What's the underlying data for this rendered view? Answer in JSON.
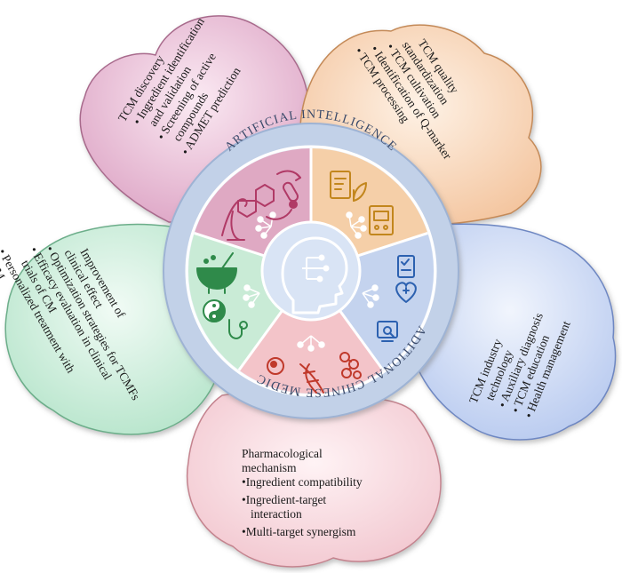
{
  "ring": {
    "top_label": "ARTIFICIAL INTELLIGENCE",
    "bottom_label": "TRADITIONAL CHINESE MEDICINE"
  },
  "petals": {
    "discovery": {
      "color": "#e2a6c8",
      "lines": [
        "TCM discovery",
        "• Ingredient identification",
        "and validation",
        "• Screening of active",
        "compounds",
        "• ADMET prediction"
      ]
    },
    "quality": {
      "color": "#f6c9a3",
      "lines": [
        "TCM quality",
        "standardization",
        "• TCM cultivation",
        "• Identification of Q-marker",
        "• TCM processing"
      ]
    },
    "industry": {
      "color": "#b9cbef",
      "lines": [
        "TCM industry",
        "technology",
        "• Auxiliary diagnosis",
        "• TCM education",
        "• Health management"
      ]
    },
    "mechanism": {
      "color": "#f4cbd2",
      "lines": [
        "Pharmacological",
        "mechanism",
        "•Ingredient compatibility",
        "•Ingredient-target",
        "interaction",
        "•Multi-target synergism"
      ]
    },
    "clinical": {
      "color": "#bfe8d2",
      "lines": [
        "Improvement of",
        "clinical effect",
        "• Optimization strategies for TCMFs",
        "• Efficacy evaluation in clinical",
        "trials of CM",
        "• Personalized treatment with",
        "CM"
      ]
    }
  },
  "sector_colors": {
    "pink": "#dfa9c3",
    "orange": "#f5cfa8",
    "blue": "#c4d3ee",
    "rose": "#f3c4c9",
    "green": "#c9ebd6"
  },
  "icons": {
    "pink": [
      "bird-plant-icon",
      "molecule-icon",
      "capsule-icon",
      "curved-arrow-icon"
    ],
    "orange": [
      "document-leaf-icon",
      "analyzer-machine-icon"
    ],
    "blue": [
      "clipboard-checklist-icon",
      "heart-medical-icon",
      "monitor-search-icon"
    ],
    "rose": [
      "cell-icon",
      "dna-icon",
      "protein-icon"
    ],
    "green": [
      "mortar-pestle-icon",
      "yin-yang-icon",
      "stethoscope-icon"
    ],
    "center": "ai-head-circuit-icon"
  }
}
